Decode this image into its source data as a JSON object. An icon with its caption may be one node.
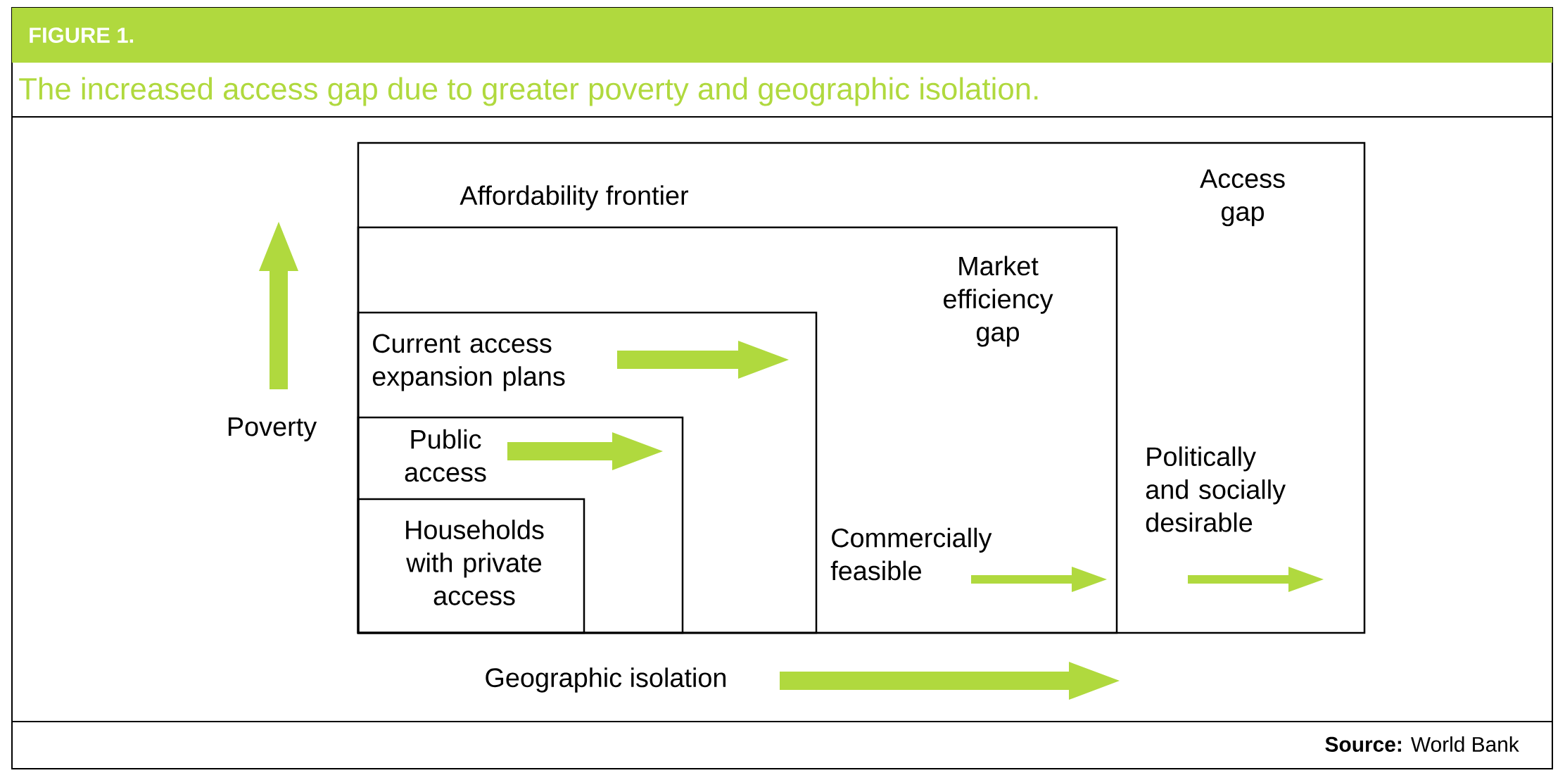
{
  "diagram": {
    "title": "The increased access gap due to greater poverty and geographic isolation.",
    "nodes": [
      {
        "text": [
          "Access gap",
          "Politically and socially desirable"
        ]
      },
      {
        "text": [
          "Market efficiency gap",
          "Commercially feasible"
        ],
        "in": 0
      },
      {
        "text": [
          "Current access expansion plans"
        ],
        "in": 1
      },
      {
        "text": [
          "Public access"
        ],
        "in": 2
      },
      {
        "text": [
          "Households with private access"
        ],
        "in": 3
      }
    ],
    "labels": [
      "FIGURE 1.",
      "Affordability frontier",
      "Poverty",
      "Geographic isolation",
      "**Source:** World Bank"
    ]
  }
}
